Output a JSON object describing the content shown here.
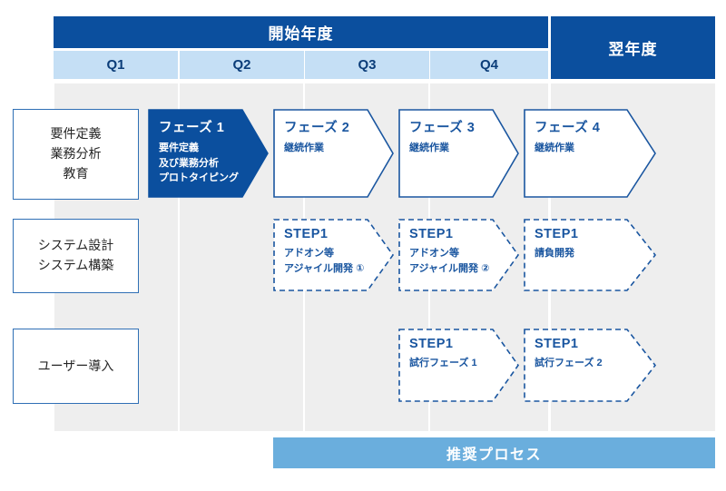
{
  "header": {
    "start_year_label": "開始年度",
    "next_year_label": "翌年度",
    "quarters": [
      "Q1",
      "Q2",
      "Q3",
      "Q4"
    ]
  },
  "row_labels": [
    {
      "lines": [
        "要件定義",
        "業務分析",
        "教育"
      ]
    },
    {
      "lines": [
        "システム設計",
        "システム構築"
      ]
    },
    {
      "lines": [
        "ユーザー導入"
      ]
    }
  ],
  "rows": [
    {
      "name": "phase-row",
      "items": [
        {
          "title": "フェーズ 1",
          "sub": [
            "要件定義",
            "及び業務分析",
            "プロトタイピング"
          ],
          "style": "filled",
          "column": "Q2"
        },
        {
          "title": "フェーズ 2",
          "sub": [
            "継続作業"
          ],
          "style": "outline",
          "column": "Q3"
        },
        {
          "title": "フェーズ 3",
          "sub": [
            "継続作業"
          ],
          "style": "outline",
          "column": "Q4"
        },
        {
          "title": "フェーズ 4",
          "sub": [
            "継続作業"
          ],
          "style": "outline",
          "column": "翌年度"
        }
      ]
    },
    {
      "name": "development-row",
      "items": [
        {
          "title": "STEP1",
          "sub": [
            "アドオン等",
            "アジャイル開発 ①"
          ],
          "style": "dashed",
          "column": "Q3"
        },
        {
          "title": "STEP1",
          "sub": [
            "アドオン等",
            "アジャイル開発 ②"
          ],
          "style": "dashed",
          "column": "Q4"
        },
        {
          "title": "STEP1",
          "sub": [
            "請負開発"
          ],
          "style": "dashed",
          "column": "翌年度"
        }
      ]
    },
    {
      "name": "rollout-row",
      "items": [
        {
          "title": "STEP1",
          "sub": [
            "試行フェーズ 1"
          ],
          "style": "dashed",
          "column": "Q4"
        },
        {
          "title": "STEP1",
          "sub": [
            "試行フェーズ 2"
          ],
          "style": "dashed",
          "column": "翌年度"
        }
      ]
    }
  ],
  "footer": {
    "recommended_process_label": "推奨プロセス"
  },
  "colors": {
    "dark_blue": "#0b4f9e",
    "light_blue_header": "#c5dff5",
    "band_gray": "#eeeeee",
    "outline_blue": "#1a56a0",
    "footer_blue": "#6aaedd",
    "label_border": "#2f6fb5"
  }
}
